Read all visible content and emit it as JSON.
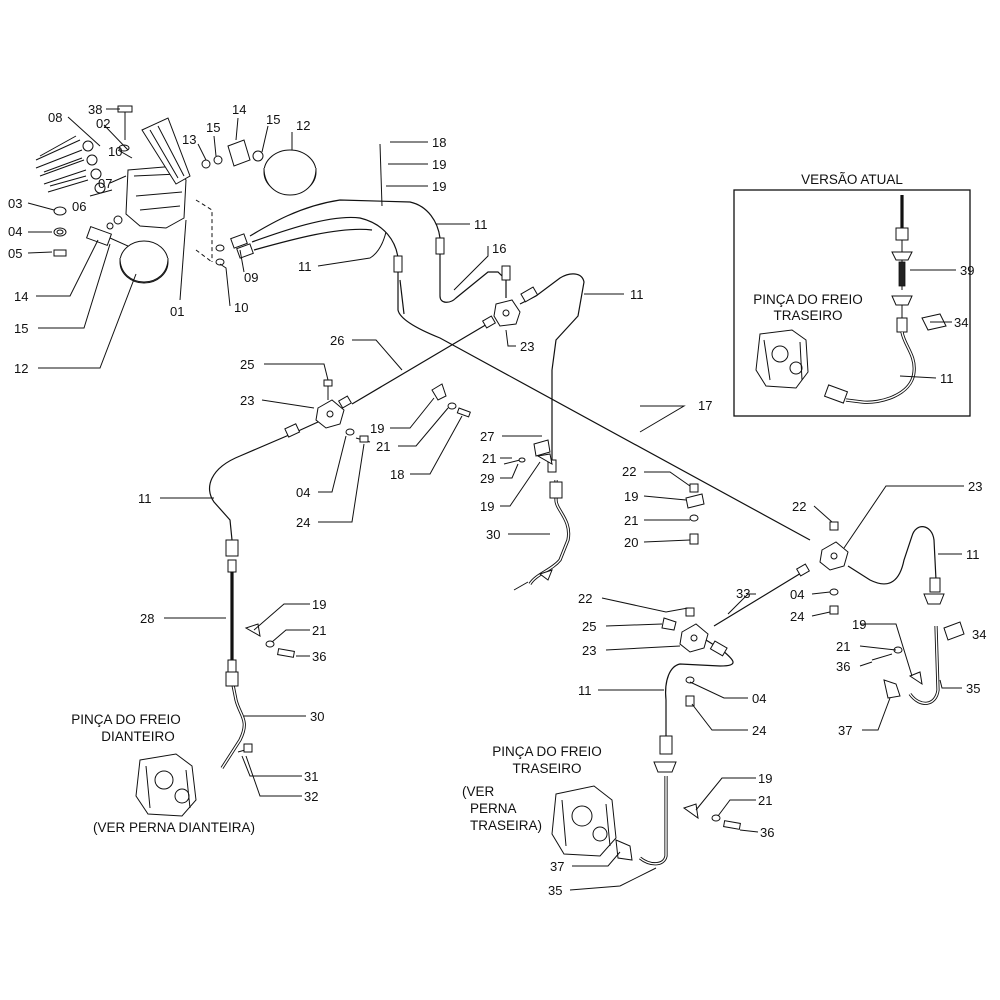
{
  "captions": {
    "inset_title": "VERSÃO ATUAL",
    "inset_caliper_line1": "PINÇA DO FREIO",
    "inset_caliper_line2": "TRASEIRO",
    "front_caliper_line1": "PINÇA DO FREIO",
    "front_caliper_line2": "DIANTEIRO",
    "front_note": "(VER PERNA DIANTEIRA)",
    "rear_caliper_line1": "PINÇA DO FREIO",
    "rear_caliper_line2": "TRASEIRO",
    "rear_note_line1": "(VER",
    "rear_note_line2": "PERNA",
    "rear_note_line3": "TRASEIRA)"
  },
  "labels": [
    {
      "id": "l1",
      "text": "38"
    },
    {
      "id": "l2",
      "text": "08"
    },
    {
      "id": "l3",
      "text": "02"
    },
    {
      "id": "l4",
      "text": "10"
    },
    {
      "id": "l5",
      "text": "07"
    },
    {
      "id": "l6",
      "text": "06"
    },
    {
      "id": "l7",
      "text": "03"
    },
    {
      "id": "l8",
      "text": "04"
    },
    {
      "id": "l9",
      "text": "05"
    },
    {
      "id": "l10",
      "text": "14"
    },
    {
      "id": "l11",
      "text": "15"
    },
    {
      "id": "l12",
      "text": "12"
    },
    {
      "id": "l13",
      "text": "01"
    },
    {
      "id": "l14",
      "text": "10"
    },
    {
      "id": "l15",
      "text": "09"
    },
    {
      "id": "l16",
      "text": "13"
    },
    {
      "id": "l17",
      "text": "15"
    },
    {
      "id": "l18",
      "text": "14"
    },
    {
      "id": "l19",
      "text": "15"
    },
    {
      "id": "l20",
      "text": "12"
    },
    {
      "id": "l21",
      "text": "18"
    },
    {
      "id": "l22",
      "text": "19"
    },
    {
      "id": "l23",
      "text": "19"
    },
    {
      "id": "l24",
      "text": "11"
    },
    {
      "id": "l25",
      "text": "11"
    },
    {
      "id": "l26",
      "text": "16"
    },
    {
      "id": "l27",
      "text": "11"
    },
    {
      "id": "l28",
      "text": "26"
    },
    {
      "id": "l29",
      "text": "23"
    },
    {
      "id": "l30",
      "text": "25"
    },
    {
      "id": "l31",
      "text": "23"
    },
    {
      "id": "l32",
      "text": "19"
    },
    {
      "id": "l33",
      "text": "21"
    },
    {
      "id": "l34",
      "text": "18"
    },
    {
      "id": "l35",
      "text": "04"
    },
    {
      "id": "l36",
      "text": "24"
    },
    {
      "id": "l37",
      "text": "11"
    },
    {
      "id": "l38",
      "text": "27"
    },
    {
      "id": "l39",
      "text": "21"
    },
    {
      "id": "l40",
      "text": "29"
    },
    {
      "id": "l41",
      "text": "19"
    },
    {
      "id": "l42",
      "text": "30"
    },
    {
      "id": "l43",
      "text": "17"
    },
    {
      "id": "l44",
      "text": "22"
    },
    {
      "id": "l45",
      "text": "19"
    },
    {
      "id": "l46",
      "text": "21"
    },
    {
      "id": "l47",
      "text": "20"
    },
    {
      "id": "l48",
      "text": "22"
    },
    {
      "id": "l49",
      "text": "23"
    },
    {
      "id": "l50",
      "text": "11"
    },
    {
      "id": "l51",
      "text": "33"
    },
    {
      "id": "l52",
      "text": "22"
    },
    {
      "id": "l53",
      "text": "25"
    },
    {
      "id": "l54",
      "text": "23"
    },
    {
      "id": "l55",
      "text": "04"
    },
    {
      "id": "l56",
      "text": "24"
    },
    {
      "id": "l57",
      "text": "34"
    },
    {
      "id": "l58",
      "text": "19"
    },
    {
      "id": "l59",
      "text": "21"
    },
    {
      "id": "l60",
      "text": "36"
    },
    {
      "id": "l61",
      "text": "35"
    },
    {
      "id": "l62",
      "text": "37"
    },
    {
      "id": "l63",
      "text": "11"
    },
    {
      "id": "l64",
      "text": "04"
    },
    {
      "id": "l65",
      "text": "24"
    },
    {
      "id": "l66",
      "text": "28"
    },
    {
      "id": "l67",
      "text": "19"
    },
    {
      "id": "l68",
      "text": "21"
    },
    {
      "id": "l69",
      "text": "36"
    },
    {
      "id": "l70",
      "text": "30"
    },
    {
      "id": "l71",
      "text": "31"
    },
    {
      "id": "l72",
      "text": "32"
    },
    {
      "id": "l73",
      "text": "19"
    },
    {
      "id": "l74",
      "text": "21"
    },
    {
      "id": "l75",
      "text": "36"
    },
    {
      "id": "l76",
      "text": "37"
    },
    {
      "id": "l77",
      "text": "35"
    },
    {
      "id": "l78",
      "text": "39"
    },
    {
      "id": "l79",
      "text": "34"
    },
    {
      "id": "l80",
      "text": "11"
    }
  ]
}
